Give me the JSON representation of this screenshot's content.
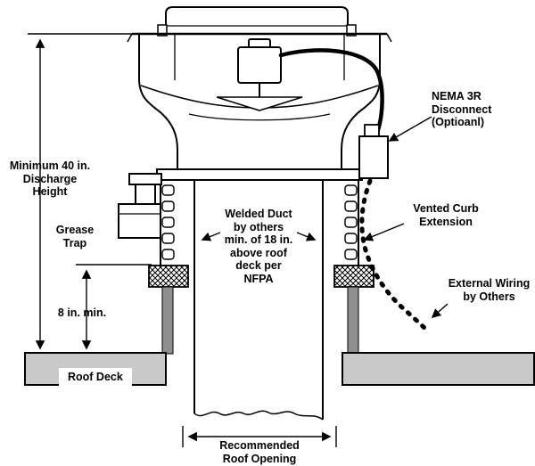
{
  "diagram": {
    "labels": {
      "discharge_height": "Minimum 40 in.\nDischarge\nHeight",
      "grease_trap": "Grease\nTrap",
      "curb_height": "8 in. min.",
      "roof_deck": "Roof Deck",
      "welded_duct": "Welded Duct\nby others\nmin. of 18 in.\nabove roof\ndeck per\nNFPA",
      "nema_disconnect": "NEMA 3R\nDisconnect\n(Optioanl)",
      "vented_curb": "Vented Curb\nExtension",
      "external_wiring": "External Wiring\nby Others",
      "roof_opening": "Recommended\nRoof Opening"
    },
    "colors": {
      "line": "#000000",
      "roof_deck_fill": "#c9c9c9",
      "curb_post_fill": "#8f8f8f",
      "background": "#ffffff"
    }
  }
}
